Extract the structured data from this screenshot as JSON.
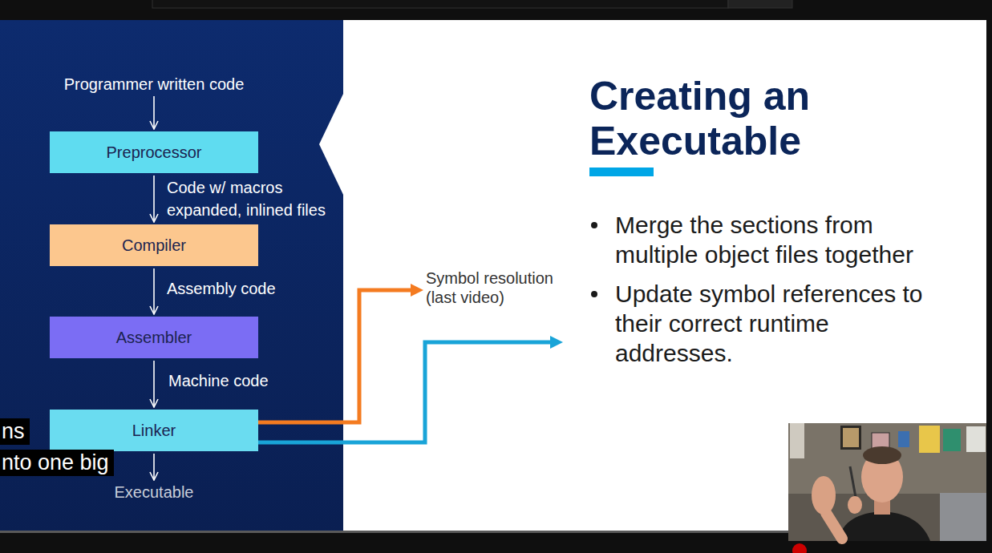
{
  "diagram": {
    "title": "Creating an Executable",
    "nodes": [
      {
        "text": [
          "Programmer written code"
        ]
      },
      {
        "text": [
          "Preprocessor"
        ]
      },
      {
        "text": [
          "Compiler"
        ]
      },
      {
        "text": [
          "Assembler"
        ]
      },
      {
        "text": [
          "Linker"
        ]
      },
      {
        "text": [
          "Executable"
        ]
      },
      {
        "text": [
          "Symbol resolution (last video)"
        ]
      },
      {
        "text": [
          "Merge the sections from multiple object files together",
          "Update symbol references to their correct runtime addresses."
        ]
      }
    ],
    "edges": [
      {
        "from": 0,
        "to": 1,
        "arrow": "to"
      },
      {
        "from": 1,
        "to": 2,
        "arrow": "to",
        "label": "Code w/ macros expanded, inlined files"
      },
      {
        "from": 2,
        "to": 3,
        "arrow": "to",
        "label": "Assembly code"
      },
      {
        "from": 3,
        "to": 4,
        "arrow": "to",
        "label": "Machine code"
      },
      {
        "from": 4,
        "to": 5,
        "arrow": "to"
      },
      {
        "from": 4,
        "to": 6,
        "arrow": "to"
      },
      {
        "from": 4,
        "to": 7,
        "arrow": "to"
      }
    ],
    "labels": [
      "ns",
      "nto one big"
    ]
  }
}
